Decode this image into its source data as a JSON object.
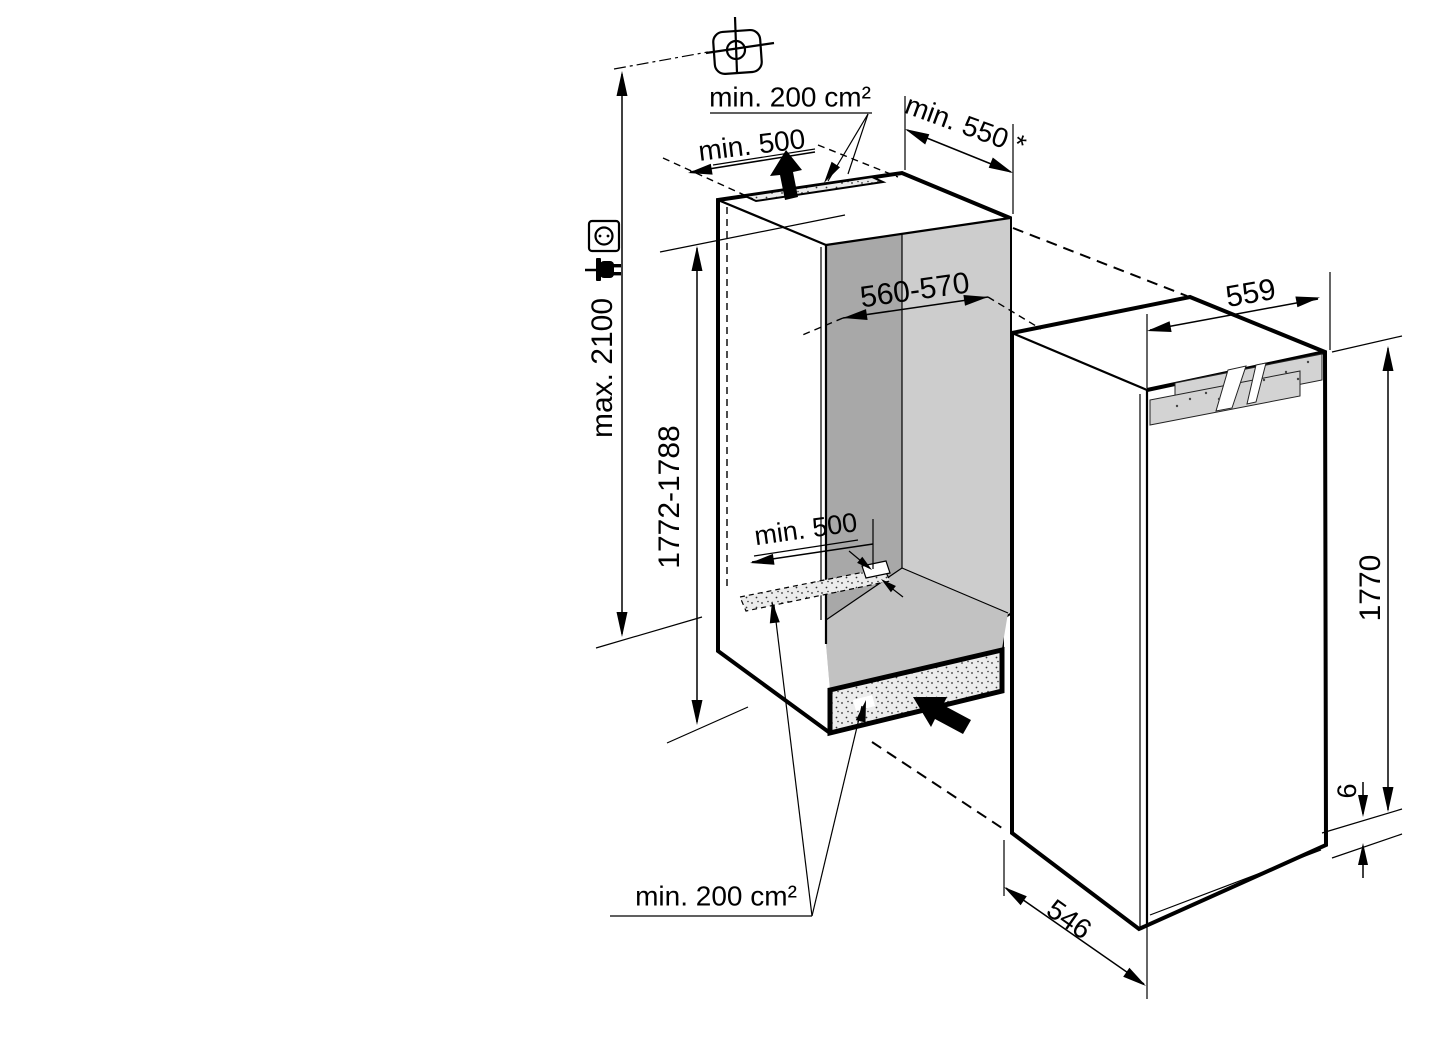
{
  "page": {
    "title": "Built-in refrigerator installation dimensions diagram",
    "background": "#ffffff"
  },
  "labels": {
    "vent_top_area": "min. 200 cm²",
    "niche_top_clearance": "min. 500",
    "niche_depth": "min. 550 *",
    "max_total_height": "max. 2100",
    "niche_width": "560-570",
    "niche_height": "1772-1788",
    "floor_clearance": "min. 500",
    "appliance_width": "559",
    "appliance_height": "1770",
    "door_bottom_gap": "6",
    "appliance_depth": "546",
    "vent_bottom_area": "min. 200 cm²"
  },
  "icons": {
    "registration_mark": "crosshair-target-icon",
    "power_socket": "socket-icon",
    "power_plug": "plug-icon",
    "airflow_out_top": "up-arrow-icon",
    "airflow_in_bottom": "diagonal-arrow-icon"
  },
  "colors": {
    "line": "#000000",
    "niche_back_wall": "#a8a8a8",
    "niche_side_wall": "#cdcdcd",
    "niche_floor": "#c2c2c2",
    "vent_fill": "#ececec",
    "grille_fill": "#d3d3d3",
    "background": "#ffffff"
  }
}
